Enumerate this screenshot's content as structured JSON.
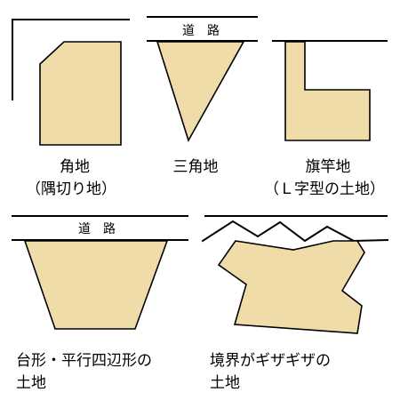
{
  "panels": {
    "corner_lot": {
      "line1": "角地",
      "line2": "（隅切り地）"
    },
    "triangle_lot": {
      "road": "道　路",
      "line1": "三角地"
    },
    "flag_lot": {
      "line1": "旗竿地",
      "line2": "（Ｌ字型の土地）"
    },
    "trapezoid_lot": {
      "road": "道　路",
      "line1": "台形・平行四辺形の",
      "line2": "土地"
    },
    "jagged_lot": {
      "line1": "境界がギザギザの",
      "line2": "土地"
    }
  },
  "colors": {
    "lot_fill": "#f0dca8",
    "outline": "#000000",
    "background": "#ffffff"
  }
}
